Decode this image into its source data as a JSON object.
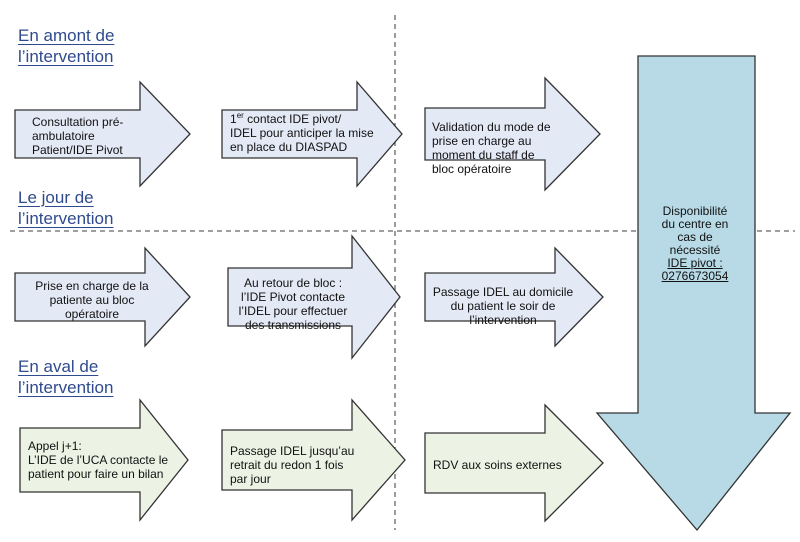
{
  "sections": {
    "before": {
      "line1": "En amont de",
      "line2": "l’intervention"
    },
    "day": {
      "line1": "Le jour de",
      "line2": "l’intervention"
    },
    "after": {
      "line1": "En aval de",
      "line2": "l’intervention"
    }
  },
  "rows": [
    {
      "color": "#e4e9f6",
      "steps": [
        {
          "line1": "Consultation pré-",
          "line2": "ambulatoire",
          "line3": "Patient/IDE Pivot"
        },
        {
          "line1_prefix": "1",
          "line1_sup": "er",
          "line1_rest": " contact IDE pivot/",
          "line2": "IDEL pour anticiper la mise",
          "line3": "en place du DIASPAD"
        },
        {
          "line1": "Validation du mode de",
          "line2": "prise en charge au",
          "line3": "moment du staff de",
          "line4": "bloc opératoire"
        }
      ]
    },
    {
      "color": "#e4e9f6",
      "steps": [
        {
          "line1": "Prise en charge de la",
          "line2": "patiente au bloc",
          "line3": "opératoire"
        },
        {
          "line1": "Au retour de bloc :",
          "line2": "l’IDE Pivot contacte",
          "line3": "l’IDEL pour effectuer",
          "line4": "des transmissions"
        },
        {
          "line1": "Passage IDEL au domicile",
          "line2": "du patient le soir de",
          "line3": "l’intervention"
        }
      ]
    },
    {
      "color": "#ecf3e4",
      "steps": [
        {
          "line1": "Appel j+1:",
          "line2": "L’IDE de l’UCA contacte le",
          "line3": "patient pour faire un bilan"
        },
        {
          "line1": "Passage IDEL jusqu’au",
          "line2": "retrait du redon 1 fois",
          "line3": "par jour"
        },
        {
          "line1": "RDV aux soins externes"
        }
      ]
    }
  ],
  "availability": {
    "line1": "Disponibilité",
    "line2": "du centre en",
    "line3": "cas de",
    "line4": "nécessité",
    "line5": "IDE pivot :",
    "line6": "0276673054",
    "color": "#b8dae6"
  }
}
